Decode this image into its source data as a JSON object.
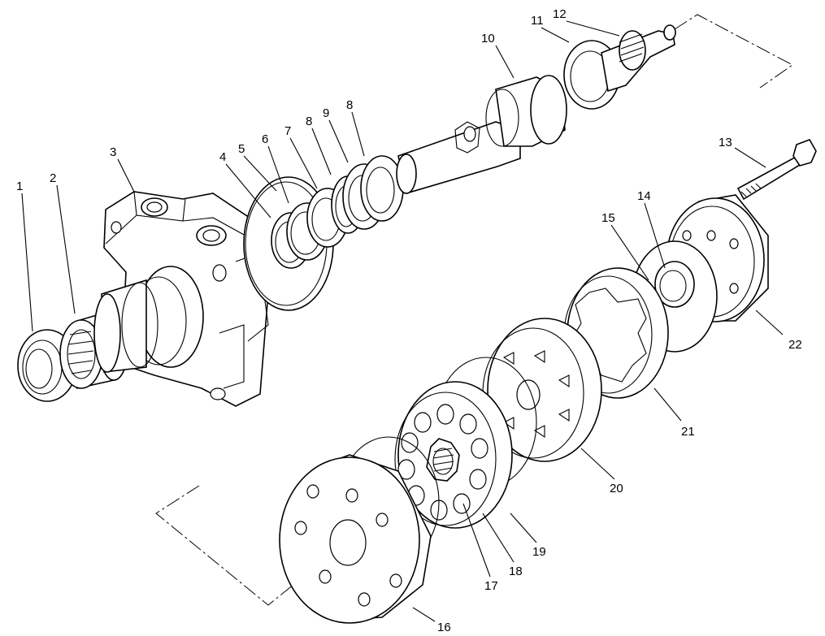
{
  "figure": {
    "callouts": [
      "1",
      "2",
      "3",
      "4",
      "5",
      "6",
      "7",
      "8",
      "9",
      "8",
      "10",
      "11",
      "12",
      "13",
      "14",
      "15",
      "16",
      "17",
      "18",
      "19",
      "20",
      "21",
      "22"
    ]
  }
}
